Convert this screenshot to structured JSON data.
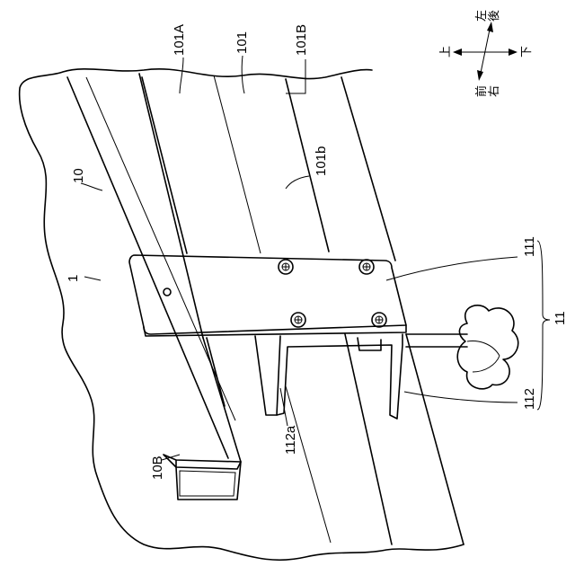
{
  "labels": {
    "l101A": "101A",
    "l101": "101",
    "l101B": "101B",
    "l101b": "101b",
    "l10": "10",
    "l1": "1",
    "l111": "111",
    "l11": "11",
    "l112": "112",
    "l112a": "112a",
    "l10B": "10B"
  },
  "directions": {
    "left": "左",
    "back": "後",
    "up": "上",
    "down": "下",
    "front": "前",
    "right": "右"
  }
}
